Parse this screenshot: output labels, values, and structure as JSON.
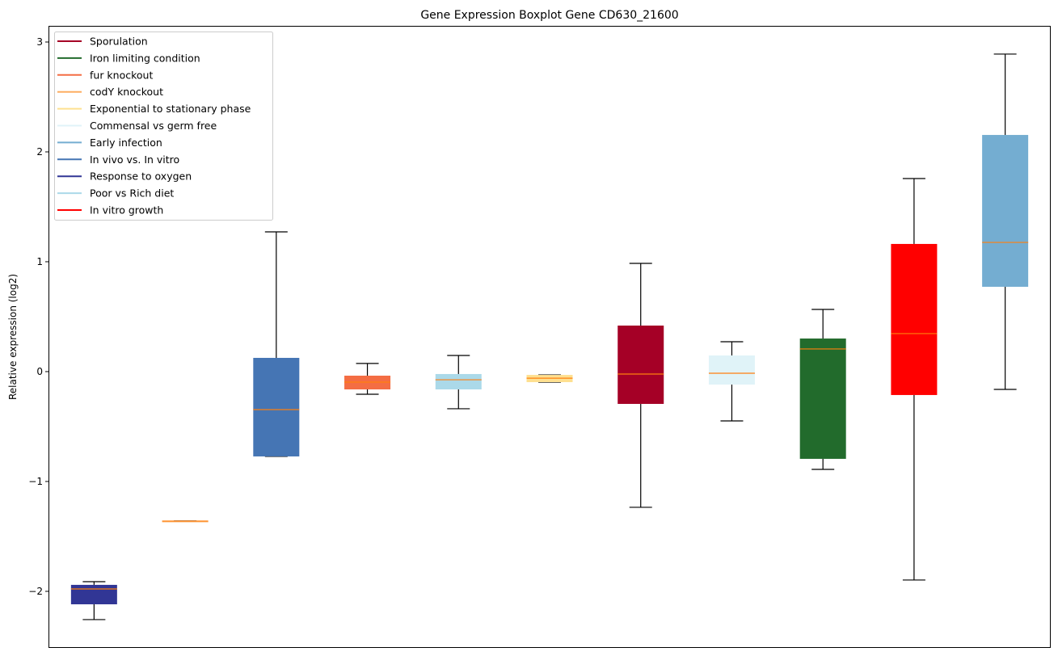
{
  "chart_data": {
    "type": "boxplot",
    "title": "Gene Expression Boxplot Gene CD630_21600",
    "xlabel": "",
    "ylabel": "Relative expression (log2)",
    "ylim": [
      -2.515,
      3.147
    ],
    "yticks": [
      -2,
      -1,
      0,
      1,
      2,
      3
    ],
    "ytick_labels": [
      "−2",
      "−1",
      "0",
      "1",
      "2",
      "3"
    ],
    "grid": false,
    "legend_position": "top-left",
    "median_color": "#ff7f0e",
    "legend": [
      {
        "label": "Sporulation",
        "color": "#a50026"
      },
      {
        "label": "Iron limiting condition",
        "color": "#226b2c"
      },
      {
        "label": "fur knockout",
        "color": "#f46d43"
      },
      {
        "label": "codY knockout",
        "color": "#fdae61"
      },
      {
        "label": "Exponential to stationary phase",
        "color": "#fee090"
      },
      {
        "label": "Commensal vs germ free",
        "color": "#e0f3f8"
      },
      {
        "label": "Early infection",
        "color": "#74add1"
      },
      {
        "label": "In vivo vs. In vitro",
        "color": "#4575b4"
      },
      {
        "label": "Response to oxygen",
        "color": "#313695"
      },
      {
        "label": "Poor vs Rich diet",
        "color": "#abd9e9"
      },
      {
        "label": "In vitro growth",
        "color": "#ff0000"
      }
    ],
    "boxes": [
      {
        "series": "Response to oxygen",
        "color": "#313695",
        "whislo": -2.257,
        "q1": -2.118,
        "median": -1.978,
        "q3": -1.941,
        "whishi": -1.912
      },
      {
        "series": "codY knockout",
        "color": "#fdae61",
        "whislo": -1.36,
        "q1": -1.36,
        "median": -1.36,
        "q3": -1.36,
        "whishi": -1.36
      },
      {
        "series": "In vivo vs. In vitro",
        "color": "#4575b4",
        "whislo": -0.772,
        "q1": -0.772,
        "median": -0.346,
        "q3": 0.125,
        "whishi": 1.272
      },
      {
        "series": "fur knockout",
        "color": "#f46d43",
        "whislo": -0.206,
        "q1": -0.162,
        "median": -0.096,
        "q3": -0.037,
        "whishi": 0.074
      },
      {
        "series": "Poor vs Rich diet",
        "color": "#abd9e9",
        "whislo": -0.338,
        "q1": -0.162,
        "median": -0.074,
        "q3": -0.022,
        "whishi": 0.147
      },
      {
        "series": "Exponential to stationary phase",
        "color": "#fee090",
        "whislo": -0.096,
        "q1": -0.096,
        "median": -0.06,
        "q3": -0.03,
        "whishi": -0.03
      },
      {
        "series": "Sporulation",
        "color": "#a50026",
        "whislo": -1.235,
        "q1": -0.294,
        "median": -0.022,
        "q3": 0.419,
        "whishi": 0.985
      },
      {
        "series": "Commensal vs germ free",
        "color": "#e0f3f8",
        "whislo": -0.449,
        "q1": -0.118,
        "median": -0.015,
        "q3": 0.147,
        "whishi": 0.272
      },
      {
        "series": "Iron limiting condition",
        "color": "#226b2c",
        "whislo": -0.89,
        "q1": -0.794,
        "median": 0.206,
        "q3": 0.301,
        "whishi": 0.566
      },
      {
        "series": "In vitro growth",
        "color": "#ff0000",
        "whislo": -1.897,
        "q1": -0.213,
        "median": 0.346,
        "q3": 1.162,
        "whishi": 1.757
      },
      {
        "series": "Early infection",
        "color": "#74add1",
        "whislo": -0.162,
        "q1": 0.772,
        "median": 1.176,
        "q3": 2.154,
        "whishi": 2.89
      }
    ]
  }
}
